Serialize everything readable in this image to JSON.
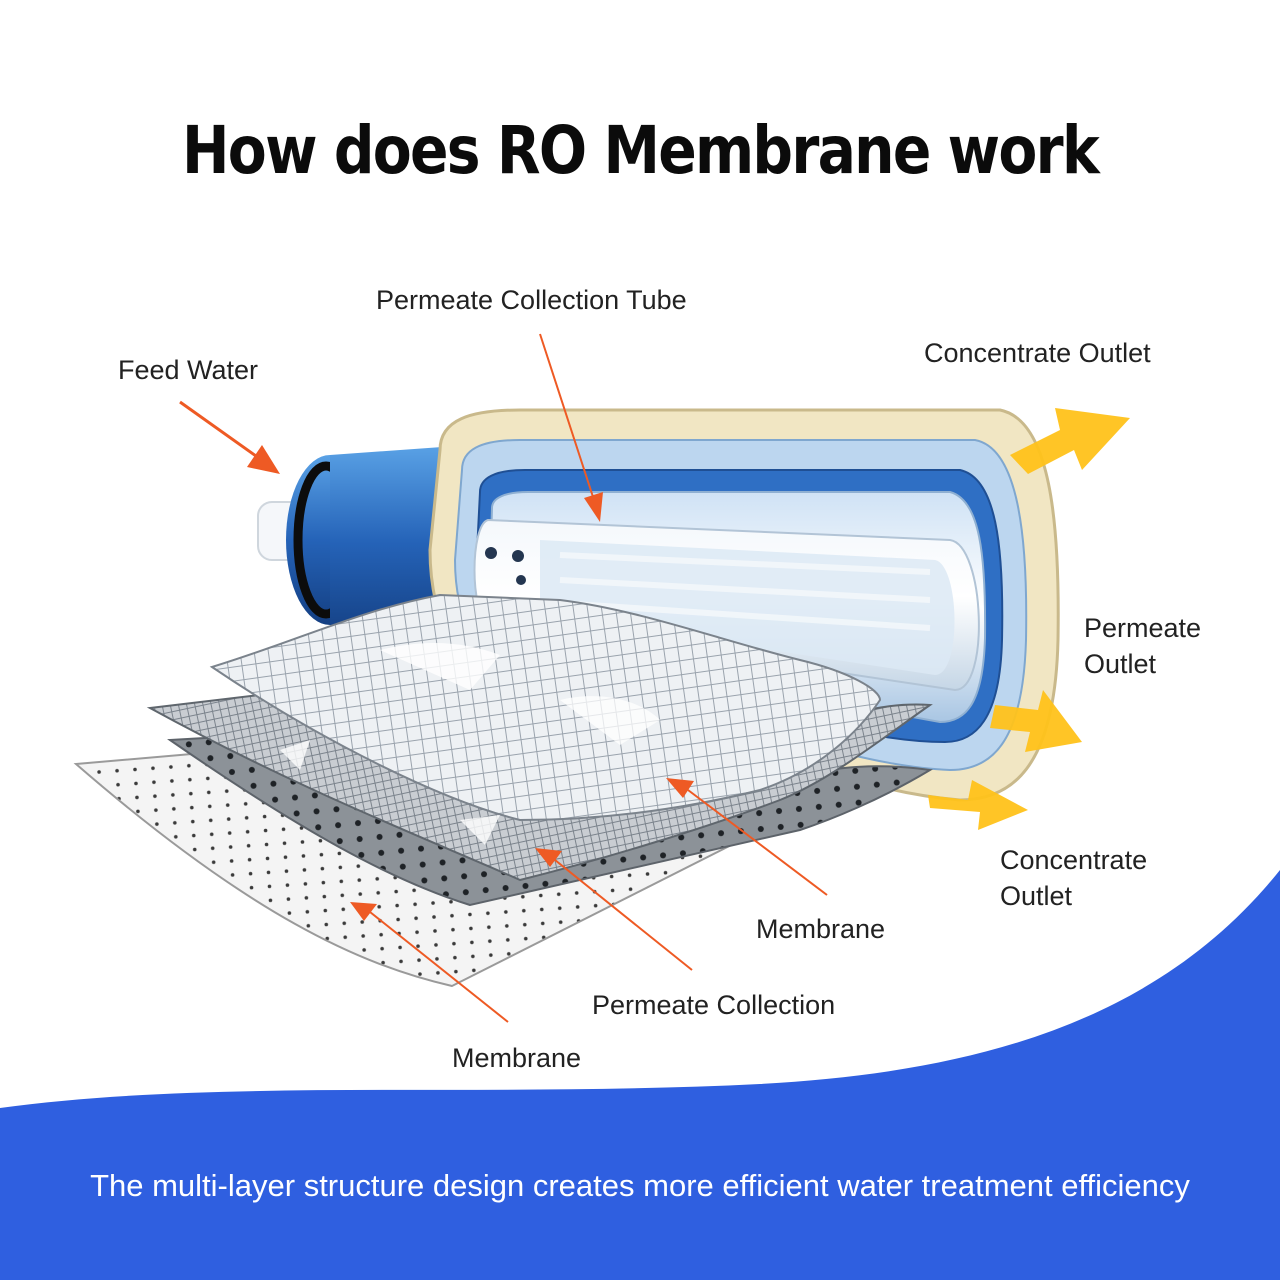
{
  "title": "How does RO Membrane work",
  "labels": {
    "permeate_collection_tube": "Permeate Collection Tube",
    "feed_water": "Feed Water",
    "concentrate_outlet_top": "Concentrate Outlet",
    "permeate_outlet_line1": "Permeate",
    "permeate_outlet_line2": "Outlet",
    "concentrate_outlet_bottom_line1": "Concentrate",
    "concentrate_outlet_bottom_line2": "Outlet",
    "membrane_upper": "Membrane",
    "permeate_collection": "Permeate Collection",
    "membrane_lower": "Membrane"
  },
  "footer": "The multi-layer structure design creates more efficient water treatment efficiency",
  "colors": {
    "pointer_arrow": "#ee5a24",
    "flow_arrow": "#ffc21a",
    "footer_band": "#2f5fe0",
    "housing_blue": "#2f6fc4",
    "outer_wrap": "#f1e6c3"
  }
}
